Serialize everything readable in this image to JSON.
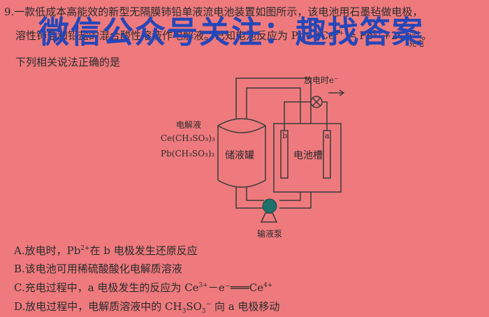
{
  "question": {
    "line1": "9.一款低成本高能效的新型无隔膜铈铅单液流电池装置如图所示，该电池用石墨毡做电极，",
    "line2_start": "溶性铈盐和铅盐的混合酸性溶液作电解液。已知电池反应为 Pb",
    "line2_mid": "+2Ce",
    "line2_charge": "4+",
    "line2_mid2": " ⇌ Pb",
    "line2_charge2": "2+",
    "line2_end": "+2Ce",
    "line2_charge3": "3+",
    "line2_tail": "。",
    "reaction_condition": "充电",
    "line3": "下列相关说法正确的是"
  },
  "watermark": "微信公众号关注：趣找答案",
  "diagram": {
    "discharge_label": "放电时e⁻",
    "electrolyte_title": "电解液",
    "electrolyte_1": "Ce(CH₃SO₃)₃",
    "electrolyte_2": "Pb(CH₃SO₃)₂",
    "tank_label": "储液罐",
    "cell_label": "电池槽",
    "electrode_b": "b",
    "electrode_a": "a",
    "pump_label": "输液泵"
  },
  "options": {
    "a_pre": "A.放电时，Pb",
    "a_sup": "2+",
    "a_post": "在 b 电极发生还原反应",
    "b": "B.该电池可用稀硫酸酸化电解质溶液",
    "c_pre": "C.充电过程中，a 电极发生的反应为 Ce",
    "c_sup1": "3+",
    "c_mid": "－e⁻═══Ce",
    "c_sup2": "4+",
    "d_pre": "D.放电过程中，电解质溶液中的 CH",
    "d_sub1": "3",
    "d_mid": "SO",
    "d_sub2": "3",
    "d_sup": "−",
    "d_post": " 向 a 电极移动"
  }
}
